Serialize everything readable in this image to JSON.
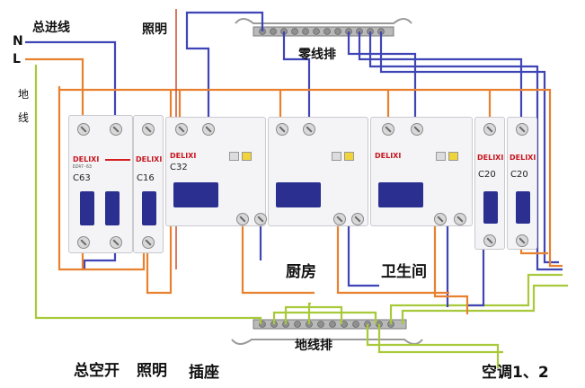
{
  "labels": {
    "main_in": "总进线",
    "n": "N",
    "l": "L",
    "ground_wire_1": "地",
    "ground_wire_2": "线",
    "lighting_top": "照明",
    "neutral_bar": "零线排",
    "ground_bar": "地线排",
    "kitchen": "厨房",
    "bathroom": "卫生间",
    "main_switch": "总空开",
    "lighting": "照明",
    "socket": "插座",
    "ac": "空调1、2"
  },
  "breakers": [
    {
      "brand": "DELIXI",
      "rating": "C63"
    },
    {
      "brand": "DELIXI",
      "rating": "C16"
    },
    {
      "brand": "DELIXI",
      "rating": "C32"
    },
    {
      "brand": "",
      "rating": ""
    },
    {
      "brand": "DELIXI",
      "rating": ""
    },
    {
      "brand": "DELIXI",
      "rating": "C20"
    },
    {
      "brand": "DELIXI",
      "rating": "C20"
    }
  ],
  "colors": {
    "live": "#e8812f",
    "neutral": "#3f45b5",
    "ground": "#a7c93a",
    "handle": "#2b2f8f",
    "brand": "#c8141e",
    "test_button": "#f0d43a"
  }
}
